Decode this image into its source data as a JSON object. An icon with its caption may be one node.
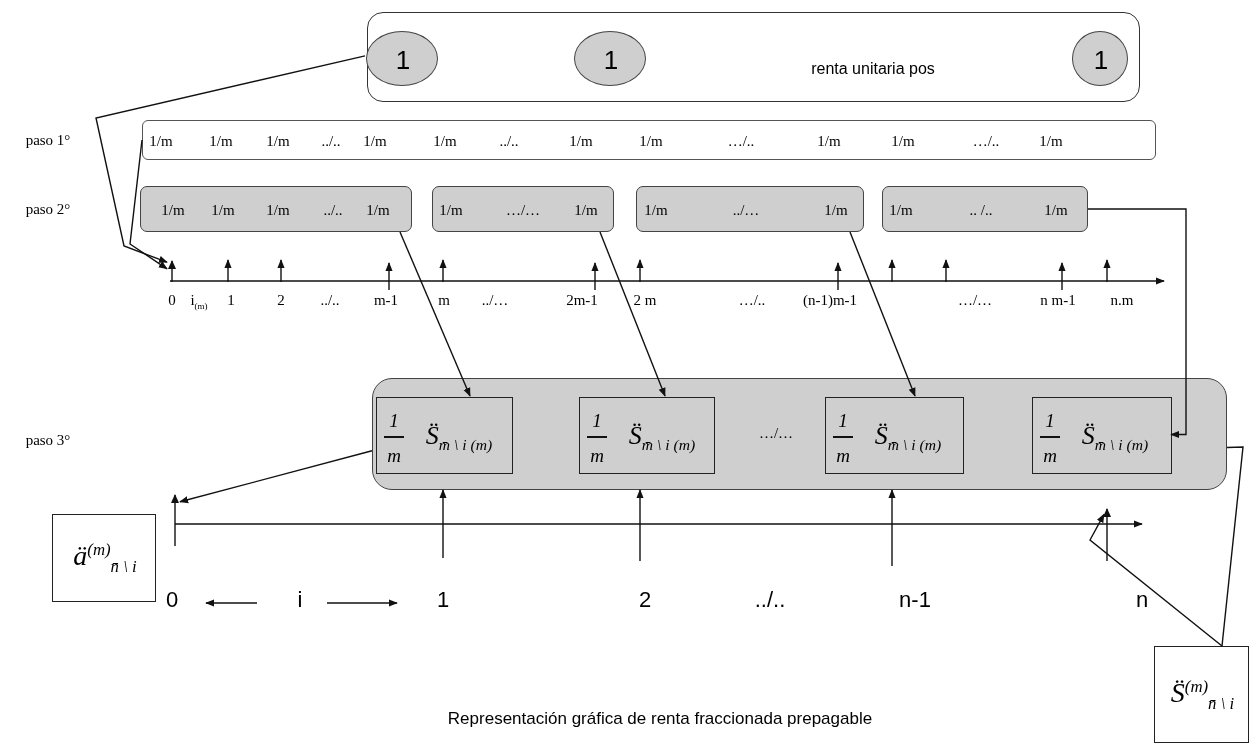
{
  "diagram": {
    "caption": "Representación gráfica de renta fraccionada prepagable",
    "nodes": [
      {
        "text": [
          "renta unitaria pos"
        ]
      },
      {
        "text": [
          "1"
        ],
        "in": 0
      },
      {
        "text": [
          "1"
        ],
        "in": 0
      },
      {
        "text": [
          "1"
        ],
        "in": 0
      },
      {
        "text": [
          "1/m",
          "1/m",
          "1/m",
          "../..",
          "1/m",
          "1/m",
          "../..",
          "1/m",
          "1/m",
          "…/..",
          "1/m",
          "1/m",
          "…/..",
          "1/m"
        ]
      },
      {
        "text": [
          "1/m",
          "1/m",
          "1/m",
          "../..",
          "1/m"
        ]
      },
      {
        "text": [
          "1/m",
          "…/…",
          "1/m"
        ]
      },
      {
        "text": [
          "1/m",
          "../…",
          "1/m"
        ]
      },
      {
        "text": [
          "1/m",
          ".. /..",
          "1/m"
        ]
      },
      {
        "text": [
          "…/…"
        ]
      },
      {
        "text": [
          "1",
          "m",
          "S̈$_{m̄ \\ i (m)}$"
        ],
        "in": 9
      },
      {
        "text": [
          "1",
          "m",
          "S̈$_{m̄ \\ i (m)}$"
        ],
        "in": 9
      },
      {
        "text": [
          "1",
          "m",
          "S̈$_{m̄ \\ i (m)}$"
        ],
        "in": 9
      },
      {
        "text": [
          "1",
          "m",
          "S̈$_{m̄ \\ i (m)}$"
        ],
        "in": 9
      },
      {
        "text": [
          "ä$^{(m)}$$_{n̄ \\ i}$"
        ]
      },
      {
        "text": [
          "S̈$^{(m)}$$_{n̄ \\ i}$"
        ]
      },
      {
        "text": [],
        "shape": "arrow"
      },
      {
        "text": [],
        "shape": "arrow"
      },
      {
        "text": [],
        "shape": "arrow"
      }
    ],
    "edges": [
      {
        "from": 1,
        "to": 16,
        "arrow": "to"
      },
      {
        "from": 4,
        "to": 16,
        "arrow": "to"
      },
      {
        "from": 5,
        "to": 10,
        "arrow": "to"
      },
      {
        "from": 6,
        "to": 11,
        "arrow": "to"
      },
      {
        "from": 7,
        "to": 12,
        "arrow": "to"
      },
      {
        "from": 8,
        "to": 13,
        "arrow": "to"
      },
      {
        "from": 9,
        "to": 17,
        "arrow": "to"
      },
      {
        "from": 9,
        "to": 15,
        "arrow": "none"
      },
      {
        "from": 15,
        "to": 18,
        "arrow": "to"
      },
      {
        "from": null,
        "to": 10,
        "arrow": "to"
      },
      {
        "from": null,
        "to": 11,
        "arrow": "to"
      },
      {
        "from": null,
        "to": 12,
        "arrow": "to"
      }
    ],
    "labels": [
      "paso 1°",
      "paso 2°",
      "0",
      "i$_{(m)}$",
      "1",
      "2",
      "../..",
      "m-1",
      "m",
      "../…",
      "2m-1",
      "2 m",
      "…/..",
      "(n-1)m-1",
      "…/…",
      "n m-1",
      "n.m",
      "paso 3°",
      "0",
      "i",
      "1",
      "2",
      "../..",
      "n-1",
      "n"
    ]
  }
}
